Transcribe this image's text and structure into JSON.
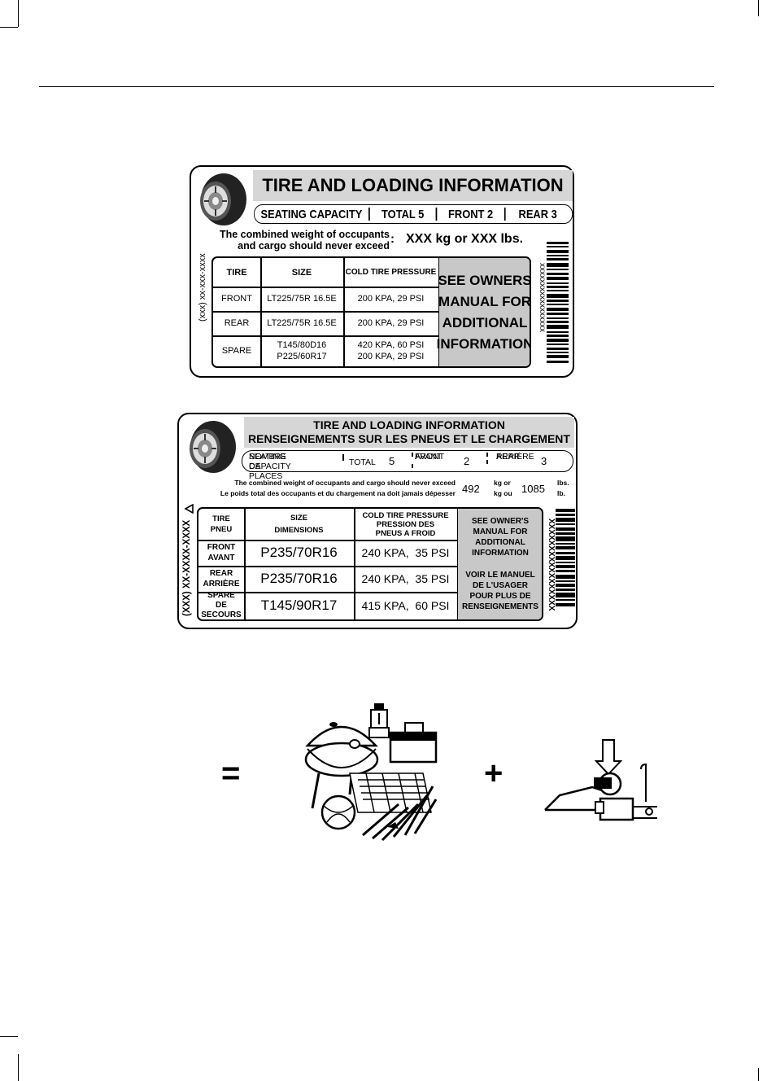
{
  "label1": {
    "title": "TIRE AND LOADING INFORMATION",
    "seating": {
      "label": "SEATING CAPACITY",
      "total": "TOTAL 5",
      "front": "FRONT 2",
      "rear": "REAR 3"
    },
    "combined_line1": "The combined weight of occupants",
    "combined_line2": "and cargo should never exceed",
    "colon": ":",
    "limit": "XXX kg or XXX lbs.",
    "headers": {
      "tire": "TIRE",
      "size": "SIZE",
      "pressure": "COLD TIRE PRESSURE"
    },
    "rows": [
      {
        "tire": "FRONT",
        "size": "LT225/75R 16.5E",
        "pressure": "200 KPA, 29 PSI"
      },
      {
        "tire": "REAR",
        "size": "LT225/75R 16.5E",
        "pressure": "200 KPA, 29 PSI"
      },
      {
        "tire": "SPARE",
        "size_a": "T145/80D16",
        "size_b": "P225/60R17",
        "pressure_a": "420 KPA, 60 PSI",
        "pressure_b": "200 KPA, 29 PSI"
      }
    ],
    "see_owners": {
      "l1": "SEE OWNERS",
      "l2": "MANUAL FOR",
      "l3": "ADDITIONAL",
      "l4": "INFORMATION"
    },
    "side_code": "(xxx) xx-xxx-xxxx",
    "barcode_code": "xxxxxxxxxxxxxxxxx"
  },
  "label2": {
    "title_en": "TIRE AND LOADING INFORMATION",
    "title_fr": "RENSEIGNEMENTS SUR LES PNEUS ET LE CHARGEMENT",
    "seating": {
      "label_en": "SEATING CAPACITY",
      "label_fr": "NOMBRE DE PLACES",
      "total_label": "TOTAL",
      "total_value": "5",
      "front_en": "FRONT",
      "front_fr": "AVANT",
      "front_value": "2",
      "rear_en": "REAR",
      "rear_fr": "ARRIÈRE",
      "rear_value": "3"
    },
    "combined_en": "The combined weight of occupants and cargo should never exceed",
    "combined_fr": "Le poids total des occupants et du chargement na doit jamais dépesser",
    "kg_value": "492",
    "kg_unit_en": "kg or",
    "kg_unit_fr": "kg ou",
    "lbs_value": "1085",
    "lbs_unit_en": "lbs.",
    "lbs_unit_fr": "lb.",
    "headers": {
      "tire_en": "TIRE",
      "tire_fr": "PNEU",
      "size_en": "SIZE",
      "size_fr": "DIMENSIONS",
      "pressure_1": "COLD TIRE PRESSURE",
      "pressure_2": "PRESSION DES",
      "pressure_3": "PNEUS A FROID"
    },
    "rows": [
      {
        "tire_en": "FRONT",
        "tire_fr": "AVANT",
        "size": "P235/70R16",
        "pressure": "240 KPA,  35 PSI"
      },
      {
        "tire_en": "REAR",
        "tire_fr": "ARRIÈRE",
        "size": "P235/70R16",
        "pressure": "240 KPA,  35 PSI"
      },
      {
        "tire_en": "SPARE",
        "tire_mid": "DE",
        "tire_fr": "SECOURS",
        "size": "T145/90R17",
        "pressure": "415 KPA,  60 PSI"
      }
    ],
    "see_owners_en": {
      "l1": "SEE OWNER'S",
      "l2": "MANUAL FOR",
      "l3": "ADDITIONAL",
      "l4": "INFORMATION"
    },
    "see_owners_fr": {
      "l1": "VOIR LE MANUEL",
      "l2": "DE L'USAGER",
      "l3": "POUR PLUS DE",
      "l4": "RENSEIGNEMENTS"
    },
    "side_code": "(XXX) XX-XXXX-XXXX",
    "barcode_code": "XXXXXXXXXXXXXXXXX"
  },
  "equation": {
    "equals": "=",
    "plus": "+"
  }
}
